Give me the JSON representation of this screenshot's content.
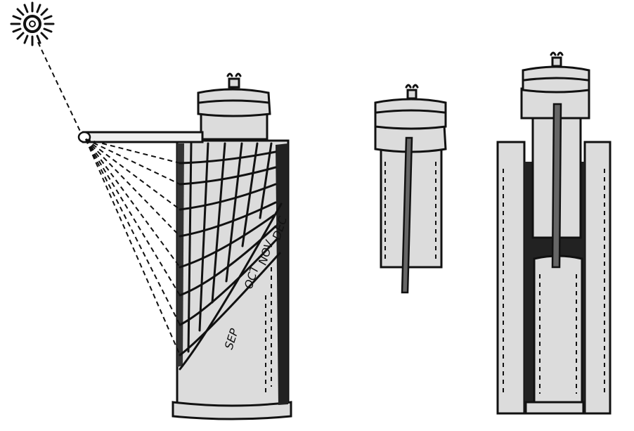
{
  "month_labels": [
    "SEP",
    "OCT",
    "NOV",
    "DEC"
  ]
}
